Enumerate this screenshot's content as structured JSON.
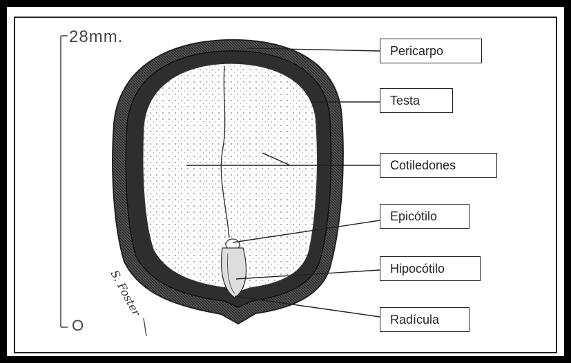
{
  "scale": {
    "top_label": "28mm.",
    "bottom_label": "O"
  },
  "signature": "S. Foster",
  "labels": {
    "pericarpo": "Pericarpo",
    "testa": "Testa",
    "cotiledones": "Cotiledones",
    "epicotilo": "Epicótilo",
    "hipocotilo": "Hipocótilo",
    "radicula": "Radícula"
  },
  "colors": {
    "outline": "#222222",
    "coat": "#3a3a3a",
    "dots": "#777777"
  }
}
